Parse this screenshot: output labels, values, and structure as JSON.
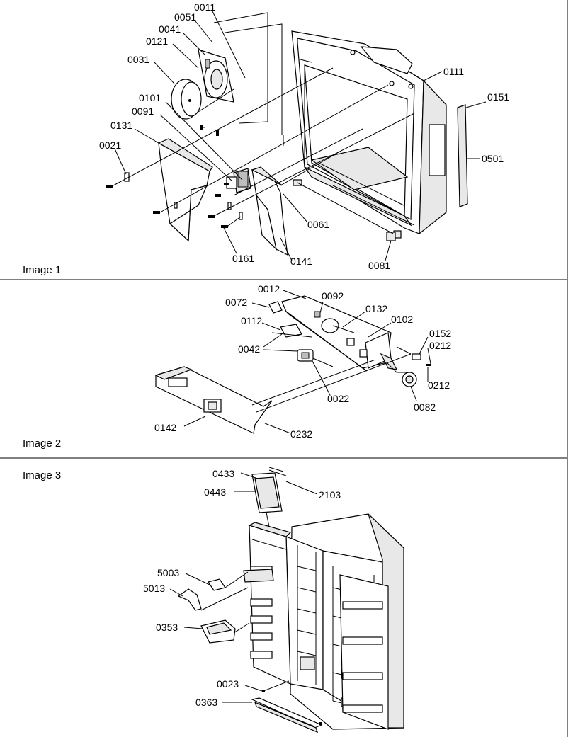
{
  "panels": [
    {
      "title": "Image 1",
      "callouts": [
        "0011",
        "0051",
        "0041",
        "0121",
        "0031",
        "0101",
        "0091",
        "0131",
        "0021",
        "0111",
        "0151",
        "0501",
        "0061",
        "0161",
        "0141",
        "0081"
      ]
    },
    {
      "title": "Image 2",
      "callouts": [
        "0012",
        "0072",
        "0092",
        "0132",
        "0102",
        "0112",
        "0042",
        "0152",
        "0212",
        "0212",
        "0022",
        "0082",
        "0142",
        "0232"
      ]
    },
    {
      "title": "Image 3",
      "callouts": [
        "0433",
        "0443",
        "2103",
        "5003",
        "5013",
        "0353",
        "0023",
        "0363"
      ]
    }
  ]
}
